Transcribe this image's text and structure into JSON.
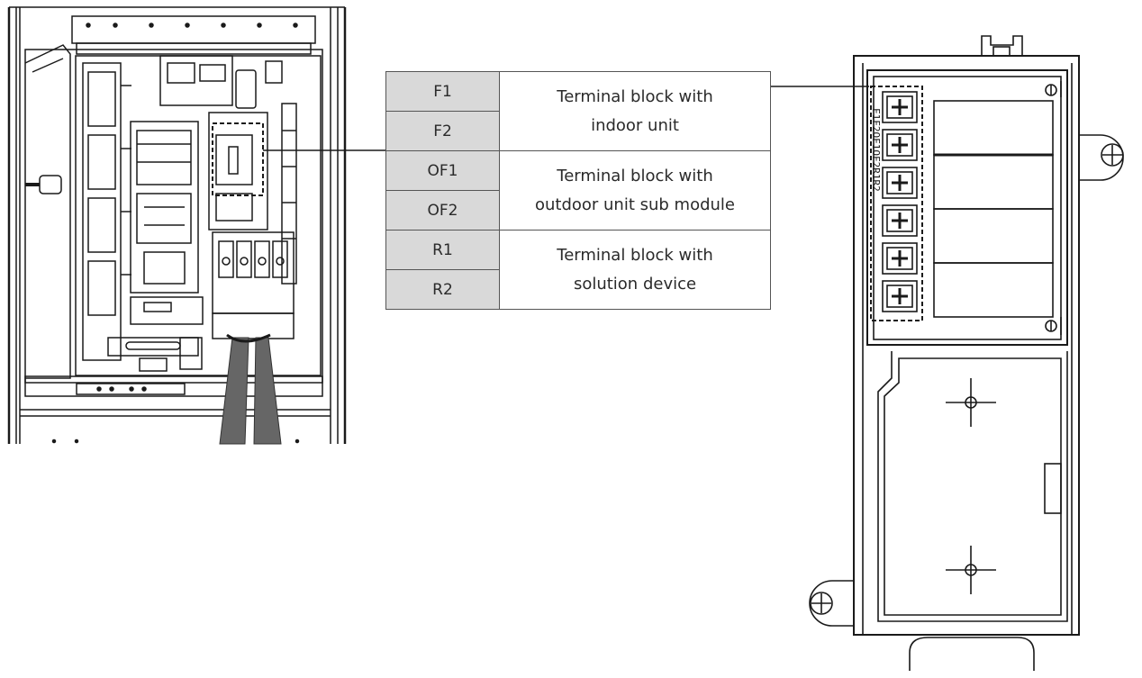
{
  "terminal_table": {
    "rows": [
      {
        "codes": [
          "F1",
          "F2"
        ],
        "description": [
          "Terminal block with",
          "indoor unit"
        ]
      },
      {
        "codes": [
          "OF1",
          "OF2"
        ],
        "description": [
          "Terminal block with",
          "outdoor unit sub module"
        ]
      },
      {
        "codes": [
          "R1",
          "R2"
        ],
        "description": [
          "Terminal block  with",
          "solution device"
        ]
      }
    ]
  },
  "terminal_block_marking": "F1F2OF1OF2R1R2",
  "colors": {
    "code_cell_fill": "#d9d9d9",
    "line": "#1a1a1a",
    "cable": "#666666"
  }
}
